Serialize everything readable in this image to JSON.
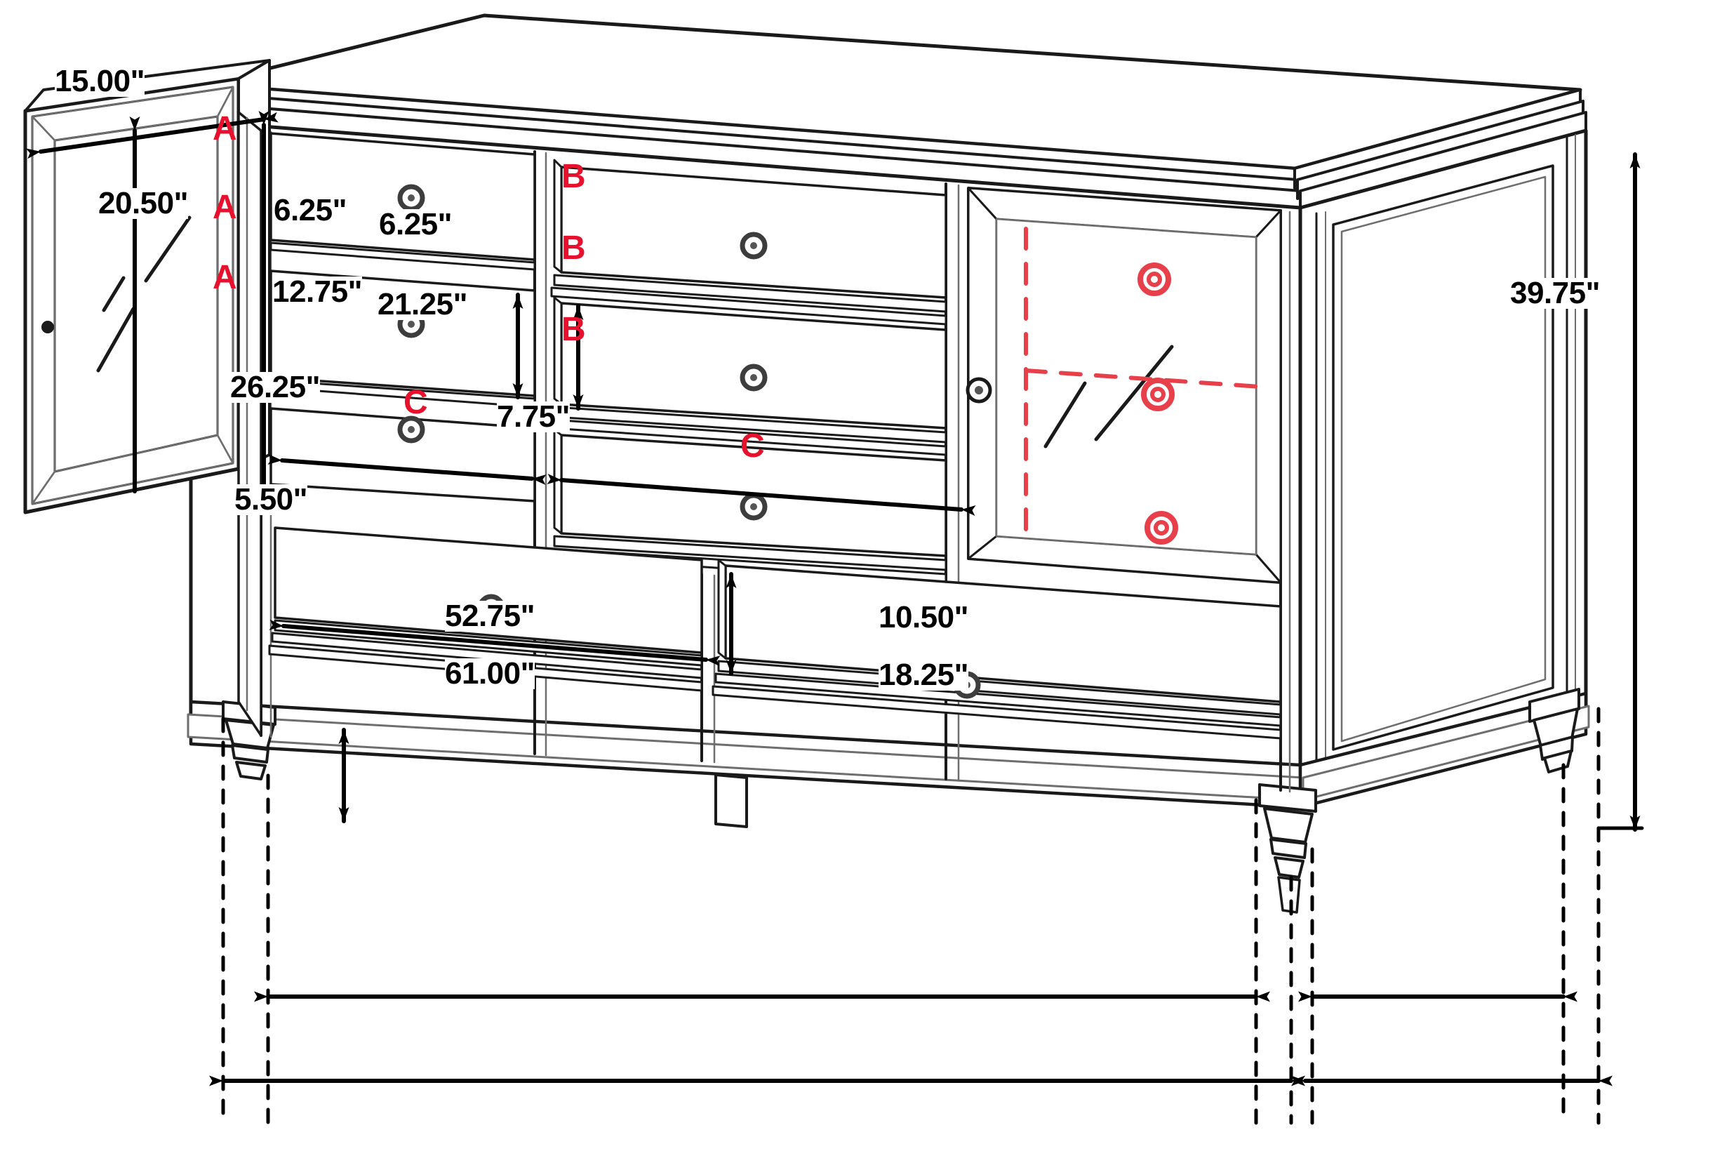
{
  "drawing": {
    "title": "Dresser dimension drawing",
    "subject": "six-drawer dresser with two side doors",
    "units": "inches"
  },
  "colors": {
    "line": "#1a1a1a",
    "line_light": "#6e6e6e",
    "label_red": "#e8112d",
    "shelf_red": "#e8404a",
    "knob_dark": "#555555",
    "background": "#ffffff"
  },
  "dimensions": {
    "door_width": "15.00\"",
    "door_height": "20.50\"",
    "drawer_a_height": "6.25\"",
    "drawer_b_height": "6.25\"",
    "drawer_a_width": "12.75\"",
    "drawer_b_width": "21.25\"",
    "drawer_c_width": "26.25\"",
    "drawer_c_height": "7.75\"",
    "leg_height": "5.50\"",
    "overall_height": "39.75\"",
    "base_width": "52.75\"",
    "overall_width": "61.00\"",
    "base_depth": "10.50\"",
    "overall_depth": "18.25\""
  },
  "part_labels": {
    "a1": "A",
    "a2": "A",
    "a3": "A",
    "b1": "B",
    "b2": "B",
    "b3": "B",
    "c1": "C",
    "c2": "C"
  },
  "icons": {
    "knob": "drawer-knob-icon",
    "shelf_pin": "shelf-pin-icon",
    "hinge": "door-hinge-icon"
  }
}
